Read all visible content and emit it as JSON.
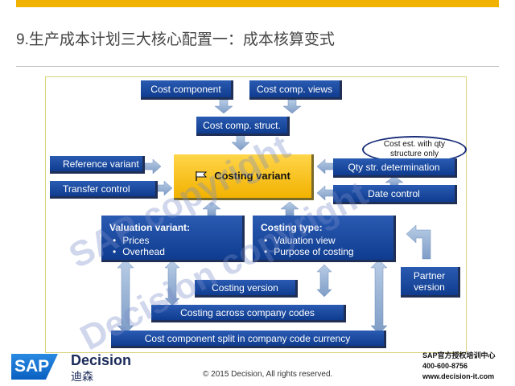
{
  "slide": {
    "title": "9.生产成本计划三大核心配置一：成本核算变式",
    "accent_color": "#f2b200"
  },
  "diagram": {
    "cost_component": "Cost component",
    "cost_comp_views": "Cost comp. views",
    "cost_comp_struct": "Cost comp. struct.",
    "costing_variant": "Costing variant",
    "reference_variant": "Reference variant",
    "transfer_control": "Transfer control",
    "qty_str_determination": "Qty str. determination",
    "date_control": "Date control",
    "oval_line1": "Cost est. with qty",
    "oval_line2": "structure only",
    "valuation_variant": {
      "head": "Valuation variant:",
      "items": [
        "Prices",
        "Overhead"
      ]
    },
    "costing_type": {
      "head": "Costing type:",
      "items": [
        "Valuation view",
        "Purpose of costing"
      ]
    },
    "partner_line1": "Partner",
    "partner_line2": "version",
    "costing_version": "Costing version",
    "costing_across": "Costing across company codes",
    "cost_component_split": "Cost component split in company code currency"
  },
  "watermarks": [
    "SAP copyright",
    "Decision  copyright"
  ],
  "footer": {
    "copyright": "© 2015 Decision, All rights reserved.",
    "logo_sap": "SAP",
    "logo_name": "Decision",
    "logo_cn": "迪森",
    "contact_line1": "SAP官方授权培训中心",
    "contact_phone": "400-600-8756",
    "contact_web": "www.decision-it.com"
  }
}
